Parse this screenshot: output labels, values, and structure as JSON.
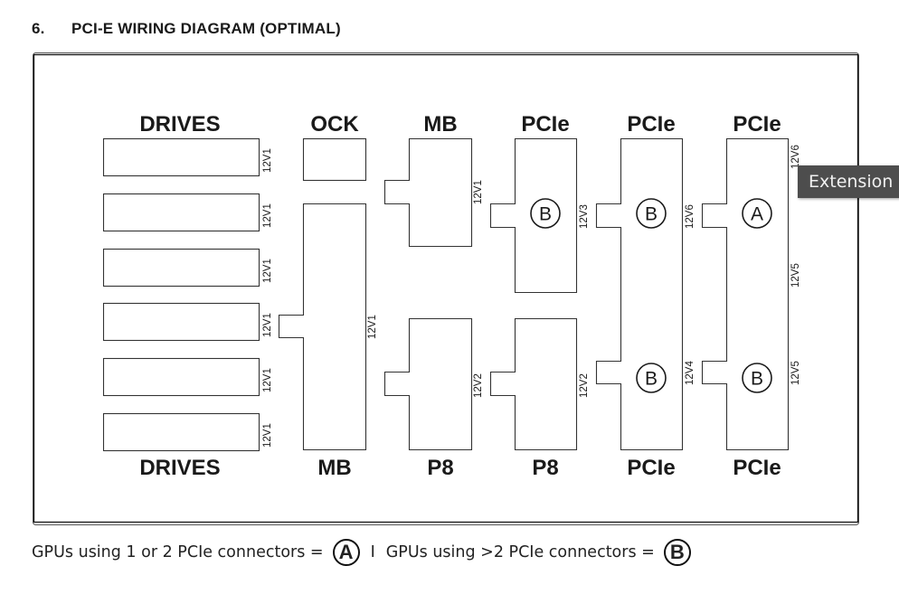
{
  "section": {
    "number": "6.",
    "title": "PCI-E WIRING DIAGRAM (OPTIMAL)"
  },
  "columns": {
    "drives": {
      "top_label": "DRIVES",
      "bottom_label": "DRIVES",
      "rails": [
        "12V1",
        "12V1",
        "12V1",
        "12V1",
        "12V1",
        "12V1"
      ]
    },
    "ock_mb": {
      "top_label": "OCK",
      "bottom_label": "MB",
      "rail": "12V1"
    },
    "mb_p8": {
      "top_label": "MB",
      "bottom_label": "P8",
      "top_rail": "12V1",
      "bottom_rail": "12V2"
    },
    "pcie_p8": {
      "top_label": "PCIe",
      "bottom_label": "P8",
      "top_rail": "12V3",
      "bottom_rail": "12V2",
      "top_badge": "B"
    },
    "pcie_1": {
      "top_label": "PCIe",
      "bottom_label": "PCIe",
      "top_rail": "12V6",
      "bottom_rail": "12V4",
      "top_badge": "B",
      "bottom_badge": "B"
    },
    "pcie_2": {
      "top_label": "PCIe",
      "bottom_label": "PCIe",
      "rail_top": "12V6",
      "rail_mid": "12V5",
      "rail_bottom": "12V5",
      "top_badge": "A",
      "bottom_badge": "B"
    }
  },
  "legend": {
    "text_a": "GPUs using 1 or 2 PCIe connectors =",
    "badge_a": "A",
    "separator": "I",
    "text_b": "GPUs using >2 PCIe connectors =",
    "badge_b": "B"
  },
  "tooltip": {
    "text": "Extension"
  }
}
